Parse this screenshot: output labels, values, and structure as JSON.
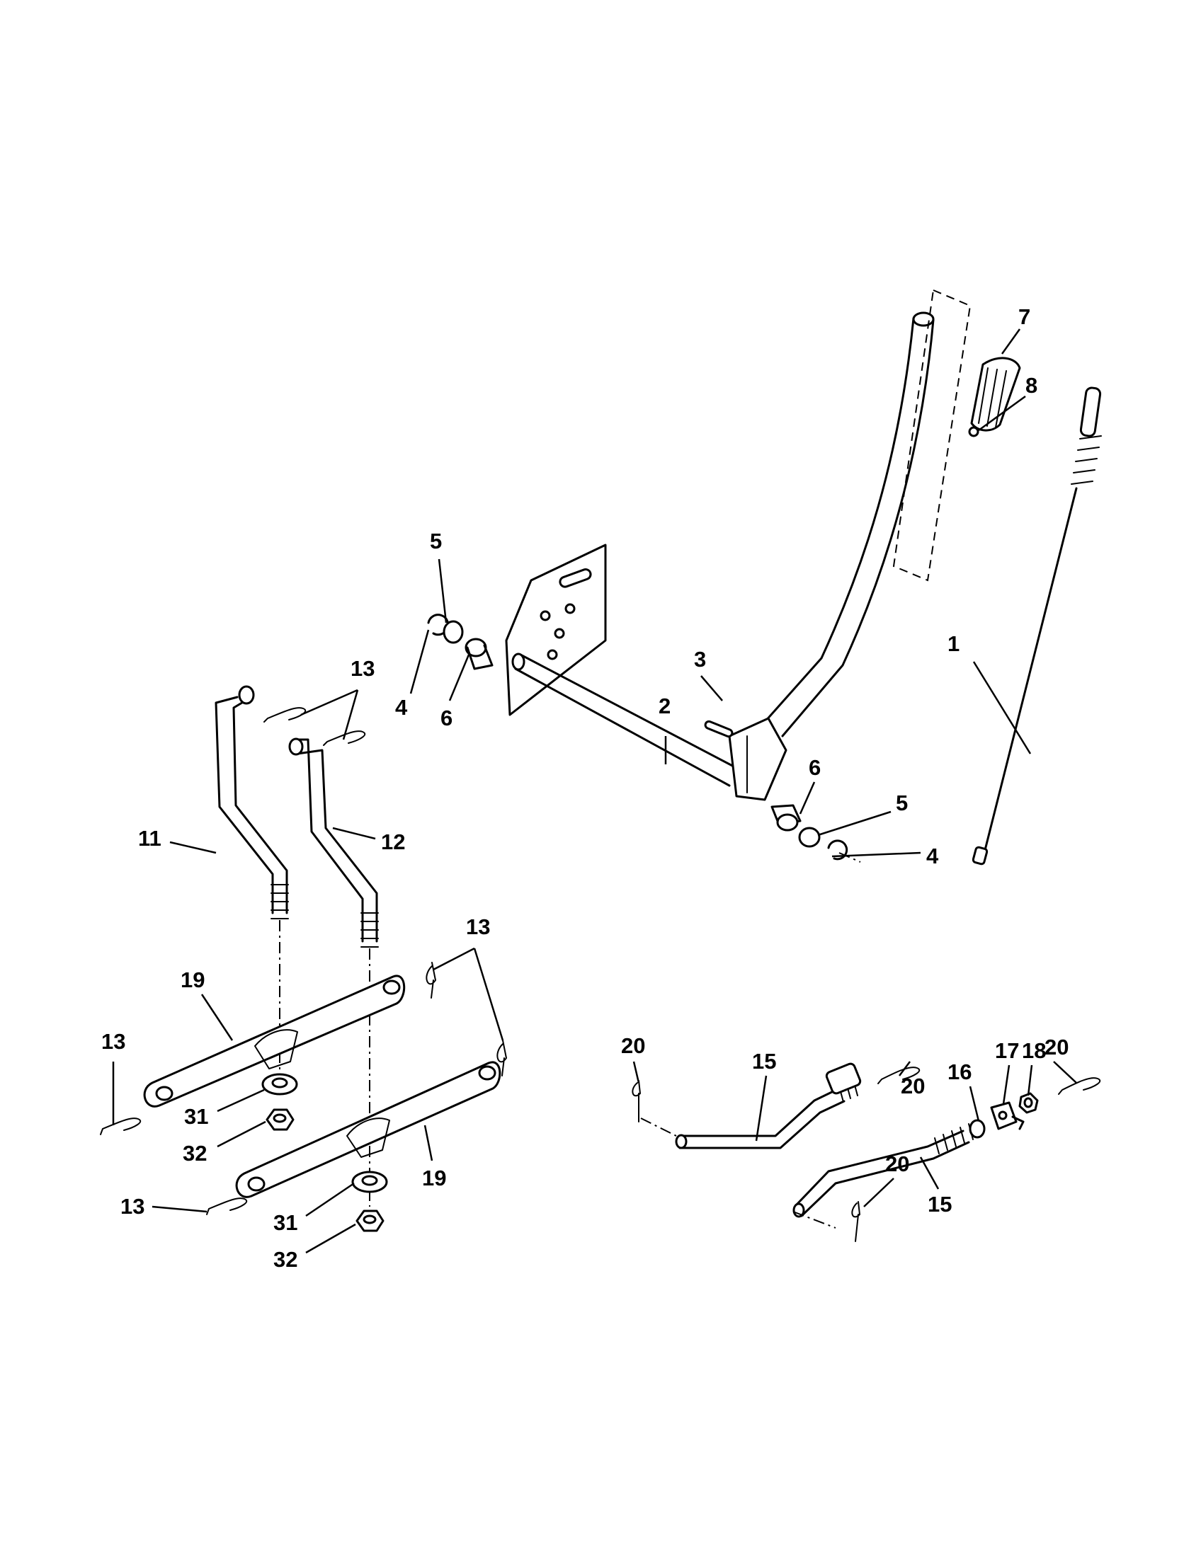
{
  "callouts": [
    "1",
    "2",
    "3",
    "4",
    "5",
    "6",
    "7",
    "8",
    "11",
    "12",
    "13",
    "15",
    "16",
    "17",
    "18",
    "19",
    "20",
    "31",
    "32"
  ],
  "labels": {
    "c1": "1",
    "c2": "2",
    "c3": "3",
    "c4a": "4",
    "c4b": "4",
    "c5a": "5",
    "c5b": "5",
    "c6a": "6",
    "c6b": "6",
    "c7": "7",
    "c8": "8",
    "c11": "11",
    "c12": "12",
    "c13a": "13",
    "c13b": "13",
    "c13c": "13",
    "c13d": "13",
    "c15a": "15",
    "c15b": "15",
    "c16": "16",
    "c17": "17",
    "c18": "18",
    "c19a": "19",
    "c19b": "19",
    "c20a": "20",
    "c20b": "20",
    "c20c": "20",
    "c20d": "20",
    "c31a": "31",
    "c31b": "31",
    "c32a": "32",
    "c32b": "32"
  }
}
